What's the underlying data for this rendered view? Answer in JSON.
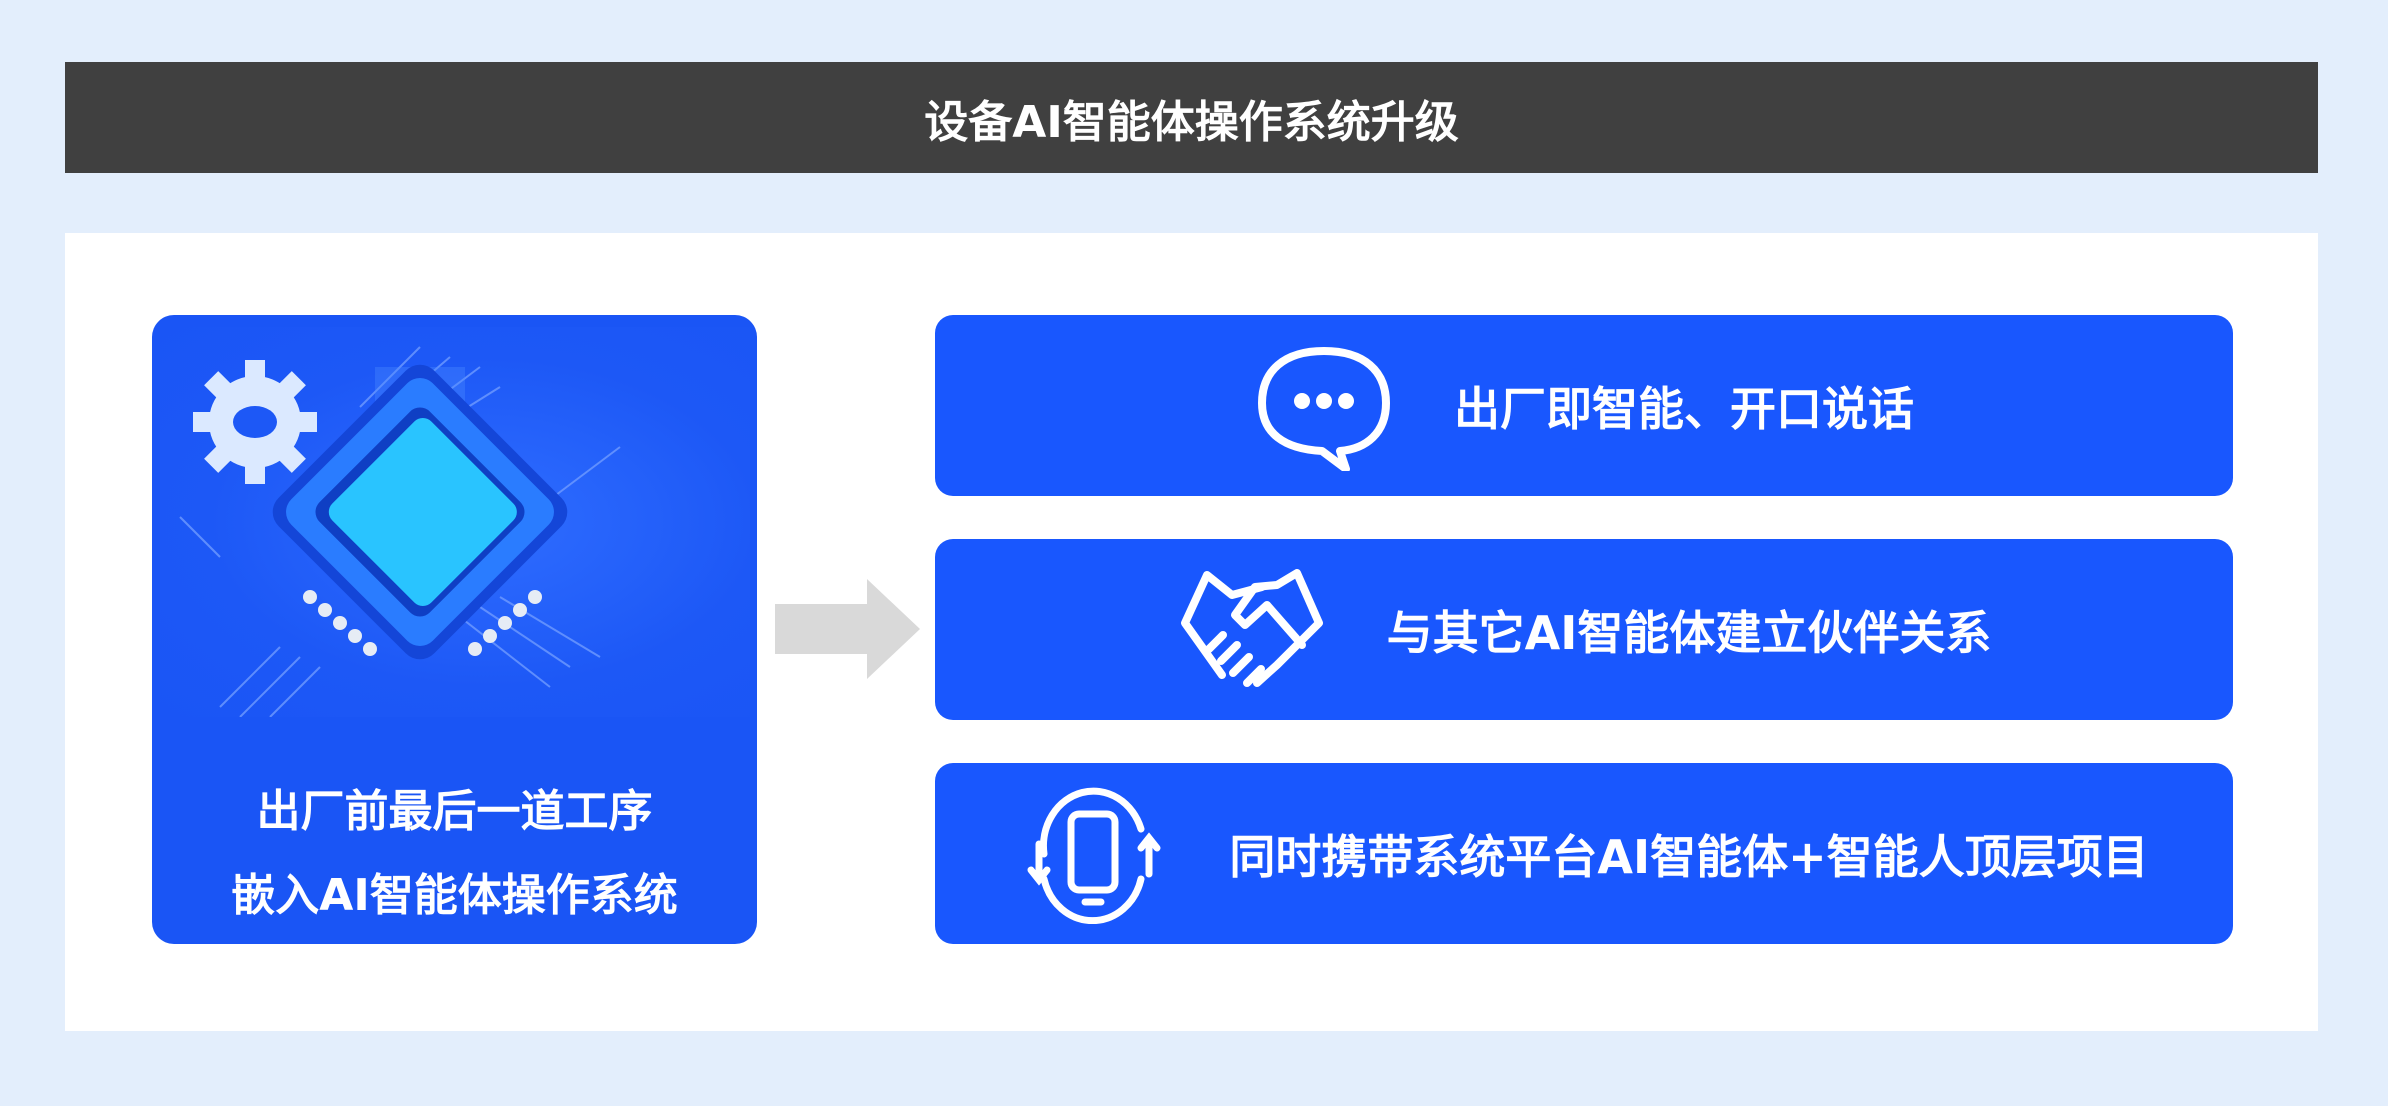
{
  "header": {
    "title": "设备AI智能体操作系统升级"
  },
  "left_card": {
    "line1": "出厂前最后一道工序",
    "line2": "嵌入AI智能体操作系统",
    "icon": "chip-gear-illustration"
  },
  "arrow": {
    "icon": "right-arrow-icon",
    "color": "#d9d9d9"
  },
  "features": [
    {
      "icon": "chat-bubble-icon",
      "label": "出厂即智能、开口说话"
    },
    {
      "icon": "handshake-icon",
      "label": "与其它AI智能体建立伙伴关系"
    },
    {
      "icon": "phone-sync-icon",
      "label": "同时携带系统平台AI智能体+智能人顶层项目"
    }
  ],
  "colors": {
    "accent": "#1957fe",
    "header_bg": "#404040",
    "page_bg": "#e3eefc"
  }
}
